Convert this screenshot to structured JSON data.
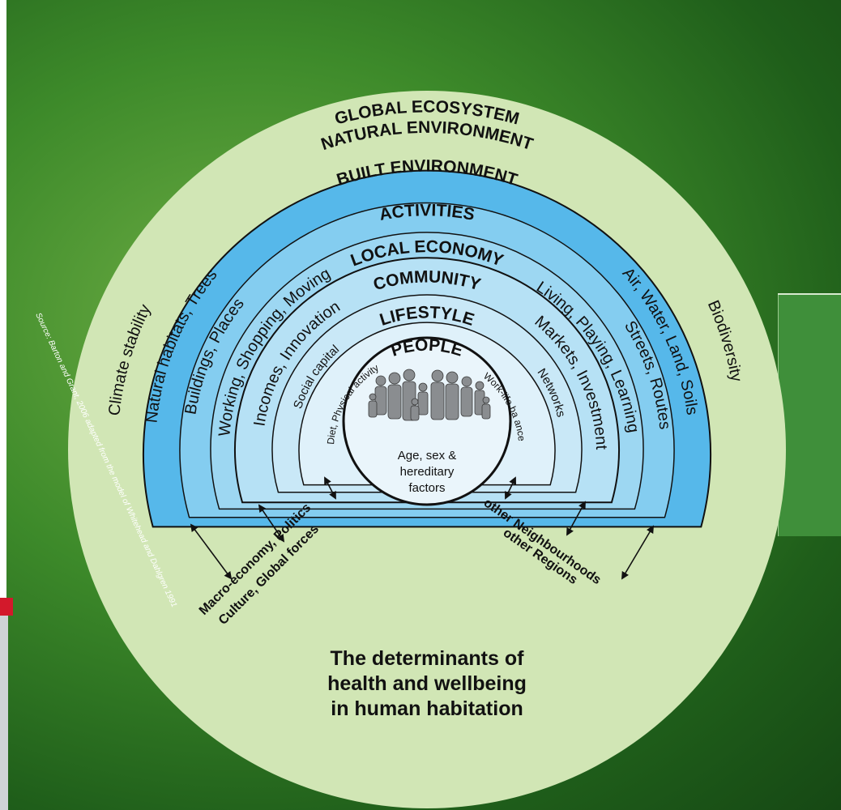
{
  "diagram": {
    "rings": {
      "global": {
        "title": "GLOBAL ECOSYSTEM",
        "left": "Climate stability",
        "right": "Biodiversity"
      },
      "natural": {
        "title": "NATURAL ENVIRONMENT",
        "left": "Natural habitats, Trees",
        "right": "Air, Water, Land, Soils"
      },
      "built": {
        "title": "BUILT ENVIRONMENT",
        "left": "Buildings, Places",
        "right": "Streets, Routes"
      },
      "activities": {
        "title": "ACTIVITIES",
        "left": "Working, Shopping, Moving",
        "right": "Living, Playing, Learning"
      },
      "economy": {
        "title": "LOCAL ECONOMY",
        "left": "Incomes, Innovation",
        "right": "Markets, Investment"
      },
      "community": {
        "title": "COMMUNITY",
        "left": "Social capital",
        "right": "Networks"
      },
      "lifestyle": {
        "title": "LIFESTYLE",
        "left": "Diet, Physical activity",
        "right": "Work-life ba ance"
      }
    },
    "people": {
      "title": "PEOPLE",
      "line1": "Age, sex &",
      "line2": "hereditary",
      "line3": "factors"
    },
    "influences": {
      "left_line1": "Macro-economy, Politics",
      "left_line2": "Culture, Global forces",
      "right_line1": "other Neighbourhoods",
      "right_line2": "other Regions"
    },
    "caption": {
      "line1": "The determinants of",
      "line2": "health and wellbeing",
      "line3": "in human habitation"
    },
    "source": "Source: Barton and Grant, 2006 adapted from the model of Whitehead and Dahlgren 1991",
    "colors": {
      "global_disc": "#d1e6b5",
      "natural_band": "#56b8ea",
      "built_band": "#84cdf0",
      "activities_band": "#9dd7f2",
      "economy_band": "#b6e1f5",
      "community_band": "#c9e8f7",
      "lifestyle_band": "#dff1fa",
      "people_disc": "#eaf5fb"
    }
  }
}
